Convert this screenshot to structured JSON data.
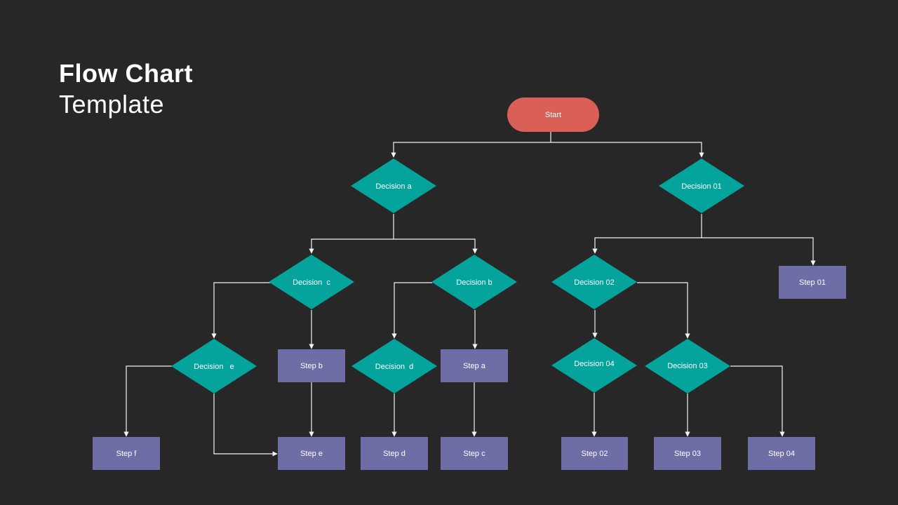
{
  "slide": {
    "title_bold": "Flow Chart",
    "title_light": "Template"
  },
  "colors": {
    "background": "#272727",
    "start": "#d95f57",
    "decision": "#04a49d",
    "step": "#6e6da6",
    "connector": "#f2f2f2",
    "text": "#ffffff"
  },
  "nodes": {
    "start": "Start",
    "decision_a": "Decision a",
    "decision_01": "Decision 01",
    "decision_c": "Decision  c",
    "decision_b": "Decision b",
    "decision_02": "Decision 02",
    "step_01": "Step 01",
    "decision_e": "Decision   e",
    "step_b": "Step b",
    "decision_d": "Decision  d",
    "step_a": "Step a",
    "decision_04": "Decision 04",
    "decision_03": "Decision 03",
    "step_f": "Step f",
    "step_e": "Step e",
    "step_d": "Step d",
    "step_c": "Step c",
    "step_02": "Step 02",
    "step_03": "Step 03",
    "step_04": "Step 04"
  }
}
